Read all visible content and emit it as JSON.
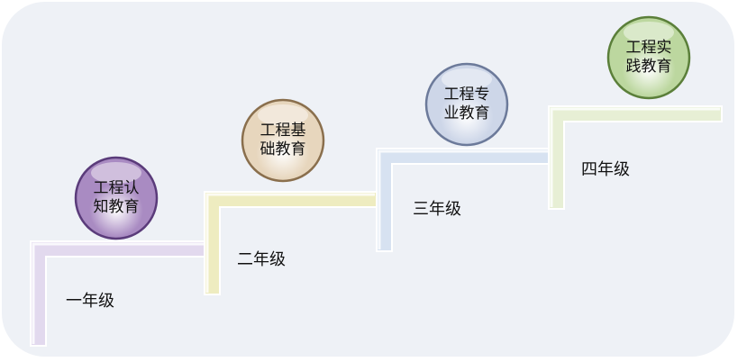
{
  "stages": [
    {
      "circle_text": "工程认知教育",
      "year": "一年级",
      "color": "#a98bc2",
      "ring": "#5a3b7a"
    },
    {
      "circle_text": "工程基础教育",
      "year": "二年级",
      "color": "#e7d6bd",
      "ring": "#8a6f4d"
    },
    {
      "circle_text": "工程专业教育",
      "year": "三年级",
      "color": "#cdd6e8",
      "ring": "#6c7a9a"
    },
    {
      "circle_text": "工程实践教育",
      "year": "四年级",
      "color": "#bcd79f",
      "ring": "#5b7f3a"
    }
  ],
  "stair_colors": [
    "#e2d9ee",
    "#eeecc0",
    "#d7e2f1",
    "#e7efd5"
  ]
}
